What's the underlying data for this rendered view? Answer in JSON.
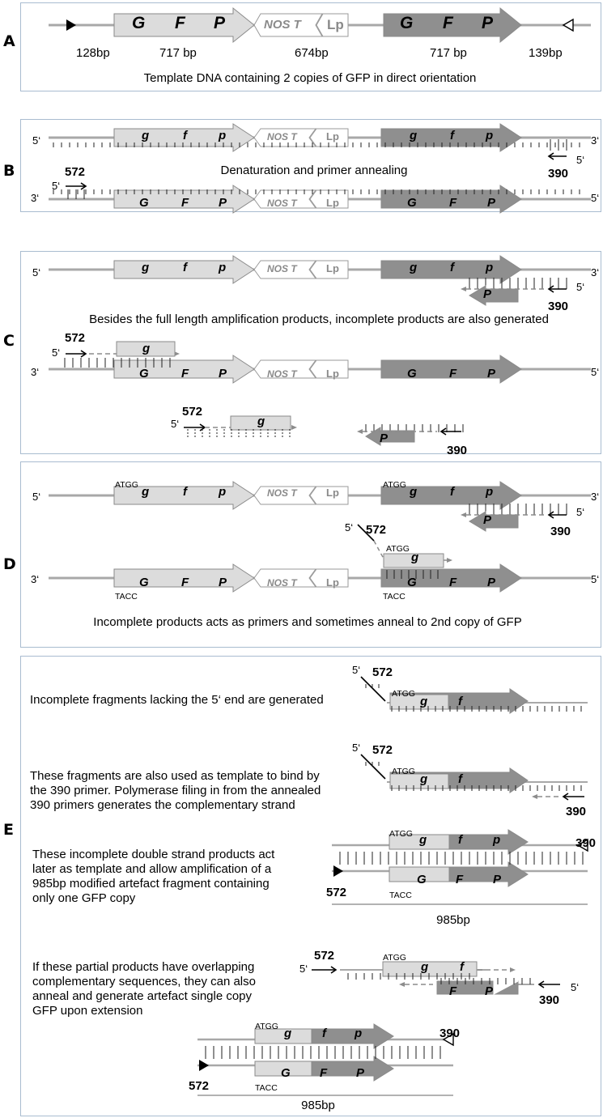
{
  "panels": {
    "A": {
      "label": "A",
      "lengths": [
        "128bp",
        "717 bp",
        "674bp",
        "717 bp",
        "139bp"
      ],
      "genes": [
        "G",
        "F",
        "P",
        "G",
        "F",
        "P"
      ],
      "nos": "NOS T",
      "lp": "Lp",
      "caption": "Template DNA containing 2 copies of GFP in direct orientation"
    },
    "B": {
      "label": "B",
      "caption": "Denaturation and primer annealing",
      "top_genes": [
        "g",
        "f",
        "p",
        "g",
        "f",
        "p"
      ],
      "bottom_genes": [
        "G",
        "F",
        "P",
        "G",
        "F",
        "P"
      ],
      "nos": "NOS T",
      "lp": "Lp"
    },
    "C": {
      "label": "C",
      "caption": "Besides the full length amplification products, incomplete products are also generated",
      "top_genes": [
        "g",
        "f",
        "p",
        "g",
        "f",
        "p"
      ],
      "bottom_genes": [
        "G",
        "F",
        "P",
        "G",
        "F",
        "P"
      ],
      "fragment_p": "P",
      "fragment_g": "g",
      "nos": "NOS T",
      "lp": "Lp"
    },
    "D": {
      "label": "D",
      "caption": "Incomplete products acts as primers and sometimes anneal to 2nd copy of GFP",
      "top_genes": [
        "g",
        "f",
        "p",
        "g",
        "f",
        "p"
      ],
      "bottom_genes": [
        "G",
        "F",
        "P",
        "G",
        "F",
        "P"
      ],
      "atgg": "ATGG",
      "tacc": "TACC",
      "fragment_p": "P",
      "fragment_g": "g",
      "nos": "NOS T",
      "lp": "Lp"
    },
    "E": {
      "label": "E",
      "texts": [
        "Incomplete fragments lacking the 5‘ end are generated",
        "These fragments are also used as template to bind by",
        "the 390 primer. Polymerase filing in from the annealed",
        "390 primers generates the complementary strand",
        "These incomplete double strand products act",
        "later as template and allow amplification of a",
        "985bp modified artefact fragment  containing",
        "only one GFP copy",
        "If these partial products have overlapping",
        "complementary sequences, they can also",
        "anneal and generate artefact single copy",
        "GFP upon extension"
      ],
      "size_label": "985bp",
      "atgg": "ATGG",
      "tacc": "TACC"
    }
  },
  "primers": {
    "fwd": "572",
    "rev": "390"
  },
  "marks": {
    "five_prime": "5‘",
    "three_prime": "3‘"
  },
  "colors": {
    "light_gene": "#dcdcdc",
    "dark_gene": "#8f8f8f",
    "line": "#a8a8a8",
    "dashed": "#8c8c8c",
    "border": "#a9bcd0"
  }
}
